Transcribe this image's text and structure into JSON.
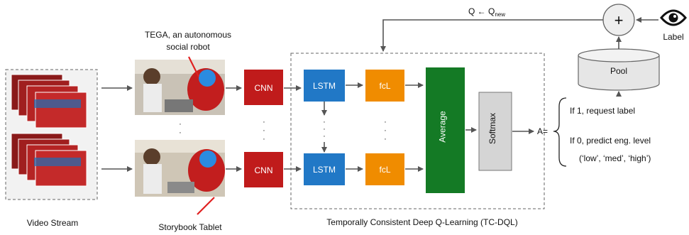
{
  "labels": {
    "video_stream": "Video Stream",
    "tega_line1": "TEGA, an autonomous",
    "tega_line2": "social robot",
    "storybook": "Storybook Tablet",
    "tcdql": "Temporally Consistent Deep Q-Learning (TC-DQL)",
    "update_rule_prefix": "Q ← Q",
    "update_rule_sub": "new",
    "label": "Label",
    "plus": "+",
    "pool": "Pool"
  },
  "blocks": {
    "cnn": "CNN",
    "lstm": "LSTM",
    "fcl": "fcL",
    "average": "Average",
    "softmax": "Softmax"
  },
  "output": {
    "prefix": "A=",
    "opt1": "If 1, request label",
    "opt2": "If 0, predict eng. level",
    "opt3": "(‘low’, ‘med’, ‘high’)"
  },
  "dots": {
    "vertical": "·  ·  ·"
  },
  "colors": {
    "cnn": "#c01b1b",
    "lstm": "#2178c6",
    "fcl": "#f08c00",
    "average": "#147a25",
    "softmax": "#d5d5d5",
    "pool": "#e6e6e6",
    "arrow": "#555555"
  }
}
